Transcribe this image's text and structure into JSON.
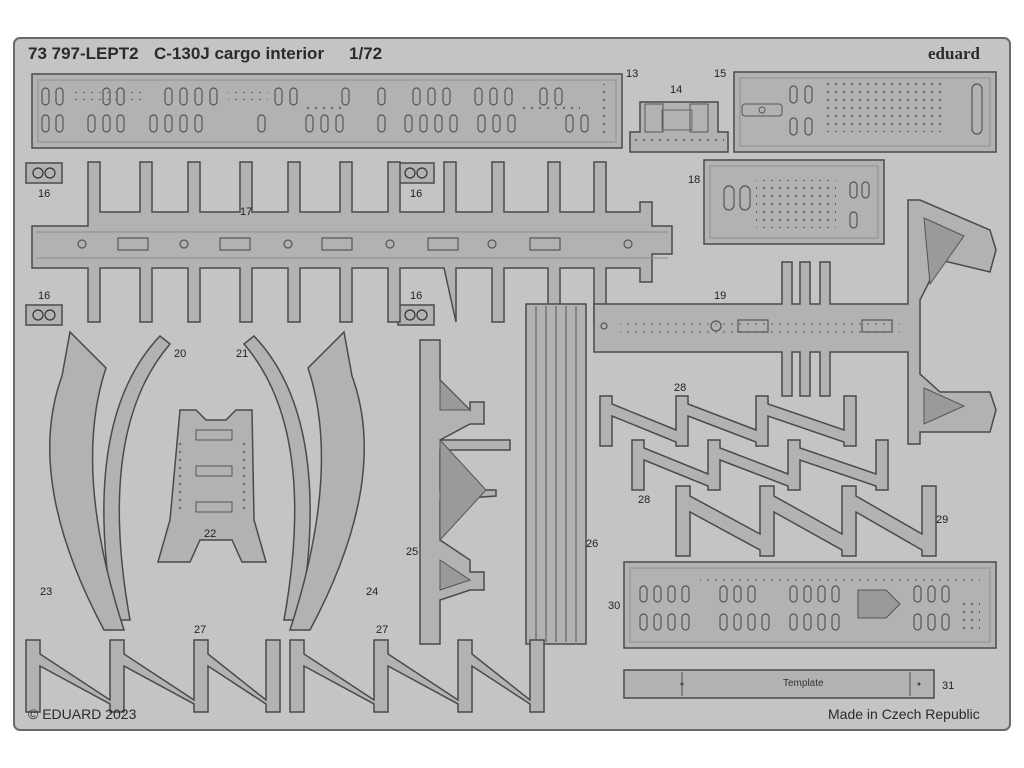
{
  "header": {
    "code": "73 797-LEPT2",
    "title": "C-130J cargo interior",
    "scale": "1/72",
    "brand": "eduard"
  },
  "footer": {
    "copyright": "© EDUARD 2023",
    "origin": "Made in Czech Republic"
  },
  "template_label": "Template",
  "part_numbers": {
    "p13": "13",
    "p14": "14",
    "p15": "15",
    "p16a": "16",
    "p16b": "16",
    "p16c": "16",
    "p16d": "16",
    "p17": "17",
    "p18": "18",
    "p19": "19",
    "p20": "20",
    "p21": "21",
    "p22": "22",
    "p23": "23",
    "p24": "24",
    "p25": "25",
    "p26": "26",
    "p27a": "27",
    "p27b": "27",
    "p28a": "28",
    "p28b": "28",
    "p29": "29",
    "p30": "30",
    "p31": "31"
  },
  "colors": {
    "fret": "#c4c4c4",
    "part": "#b2b2b2",
    "outline": "#4a4a4a",
    "etch": "#8e8e8e"
  }
}
